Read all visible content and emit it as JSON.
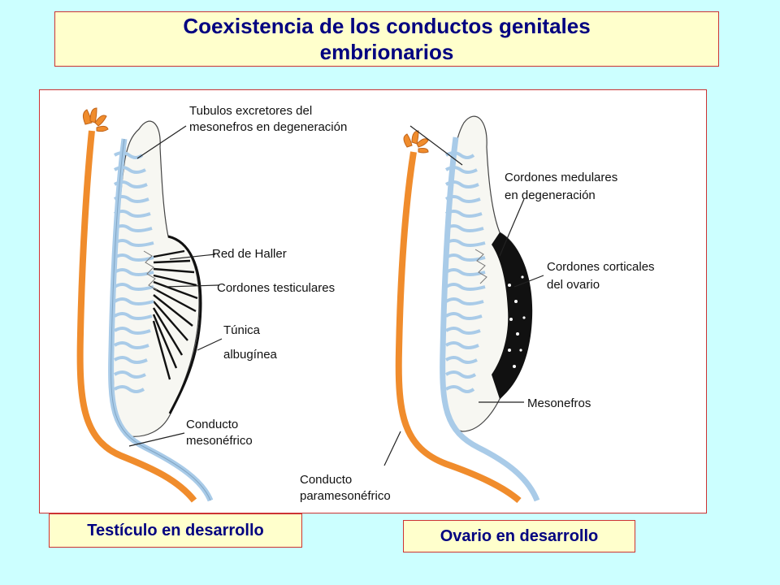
{
  "title": "Coexistencia de los conductos genitales embrionarios",
  "figure": {
    "labels": {
      "tubulos_1": "Tubulos excretores del",
      "tubulos_2": "mesonefros en degeneración",
      "red_haller": "Red de Haller",
      "cordones_testiculares": "Cordones testiculares",
      "tunica_1": "Túnica",
      "tunica_2": "albugínea",
      "conducto_meso_1": "Conducto",
      "conducto_meso_2": "mesonéfrico",
      "cordones_medulares_1": "Cordones medulares",
      "cordones_medulares_2": "en degeneración",
      "cordones_corticales_1": "Cordones corticales",
      "cordones_corticales_2": "del ovario",
      "mesonefros": "Mesonefros",
      "conducto_para_1": "Conducto",
      "conducto_para_2": "paramesonéfrico"
    },
    "colors": {
      "paramesonephric_duct": "#f08c2c",
      "mesonephric_duct": "#a9cbe8",
      "albuginea": "#000000"
    }
  },
  "captions": {
    "left": "Testículo en desarrollo",
    "right": "Ovario en desarrollo"
  }
}
